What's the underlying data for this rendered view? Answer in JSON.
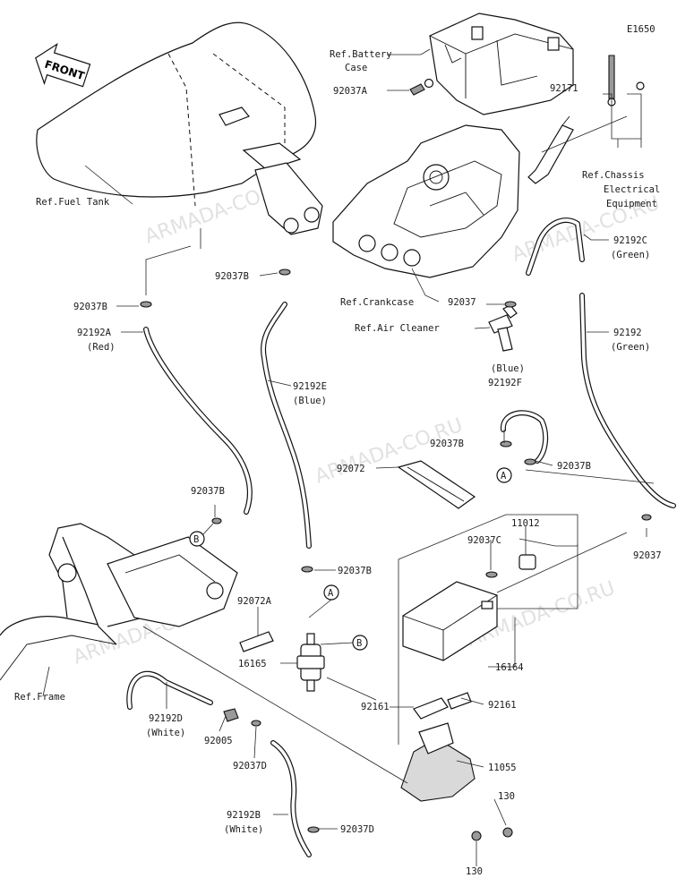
{
  "diagram_code": "E1650",
  "front_label": "FRONT",
  "watermark": "ARMADA-CO.RU",
  "labels": {
    "ref_battery_case_1": "Ref.Battery",
    "ref_battery_case_2": "Case",
    "p92037A": "92037A",
    "p92171": "92171",
    "ref_chassis_1": "Ref.Chassis",
    "ref_chassis_2": "Electrical",
    "ref_chassis_3": "Equipment",
    "ref_fuel_tank": "Ref.Fuel Tank",
    "p92192C": "92192C",
    "p92192C_color": "(Green)",
    "p92037B_top_mid": "92037B",
    "ref_crankcase": "Ref.Crankcase",
    "p92037_mid": "92037",
    "p92037B_left": "92037B",
    "ref_air_cleaner": "Ref.Air Cleaner",
    "p92192A": "92192A",
    "p92192A_color": "(Red)",
    "p92192": "92192",
    "p92192_color": "(Green)",
    "p92192E": "92192E",
    "p92192E_color": "(Blue)",
    "p92192F_color": "(Blue)",
    "p92192F": "92192F",
    "p92037B_f1": "92037B",
    "p92037B_f2": "92037B",
    "p92072": "92072",
    "p92037B_lower_left": "92037B",
    "p11012": "11012",
    "p92037C": "92037C",
    "p92037_right": "92037",
    "p92037B_mid_low": "92037B",
    "p92072A": "92072A",
    "p16165": "16165",
    "p16164": "16164",
    "ref_frame": "Ref.Frame",
    "p92161_left": "92161",
    "p92161_right": "92161",
    "p92192D": "92192D",
    "p92192D_color": "(White)",
    "p92005": "92005",
    "p92037D_mid": "92037D",
    "p11055": "11055",
    "p130_top": "130",
    "p92192B": "92192B",
    "p92192B_color": "(White)",
    "p92037D_bottom": "92037D",
    "p130_bottom": "130",
    "marker_A": "A",
    "marker_B": "B"
  }
}
